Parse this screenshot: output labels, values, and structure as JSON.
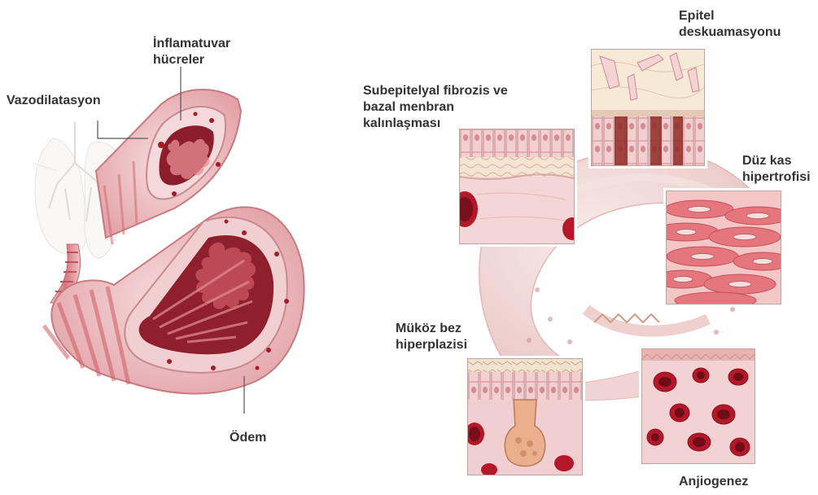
{
  "labels": {
    "inflammatory_cells": [
      "İnflamatuvar",
      "hücreler"
    ],
    "vasodilation": [
      "Vazodilatasyon"
    ],
    "edema": [
      "Ödem"
    ],
    "epithelial_desquamation": [
      "Epitel",
      "deskuamasyonu"
    ],
    "subepithelial_fibrosis": [
      "Subepitelyal fibrozis ve",
      "bazal menbran",
      "kalınlaşması"
    ],
    "smooth_muscle_hypertrophy": [
      "Düz kas",
      "hipertrofisi"
    ],
    "mucous_gland_hyperplasia": [
      "Müköz bez",
      "hiperplazisi"
    ],
    "angiogenesis": [
      "Anjiogenez"
    ]
  },
  "colors": {
    "tissue_outer": "#e7a9ad",
    "tissue_mid": "#f1cfd0",
    "lumen": "#8f1f2d",
    "stripe": "#cf5c66",
    "vessel": "#b3182a",
    "text": "#333333",
    "leader": "#555555"
  }
}
